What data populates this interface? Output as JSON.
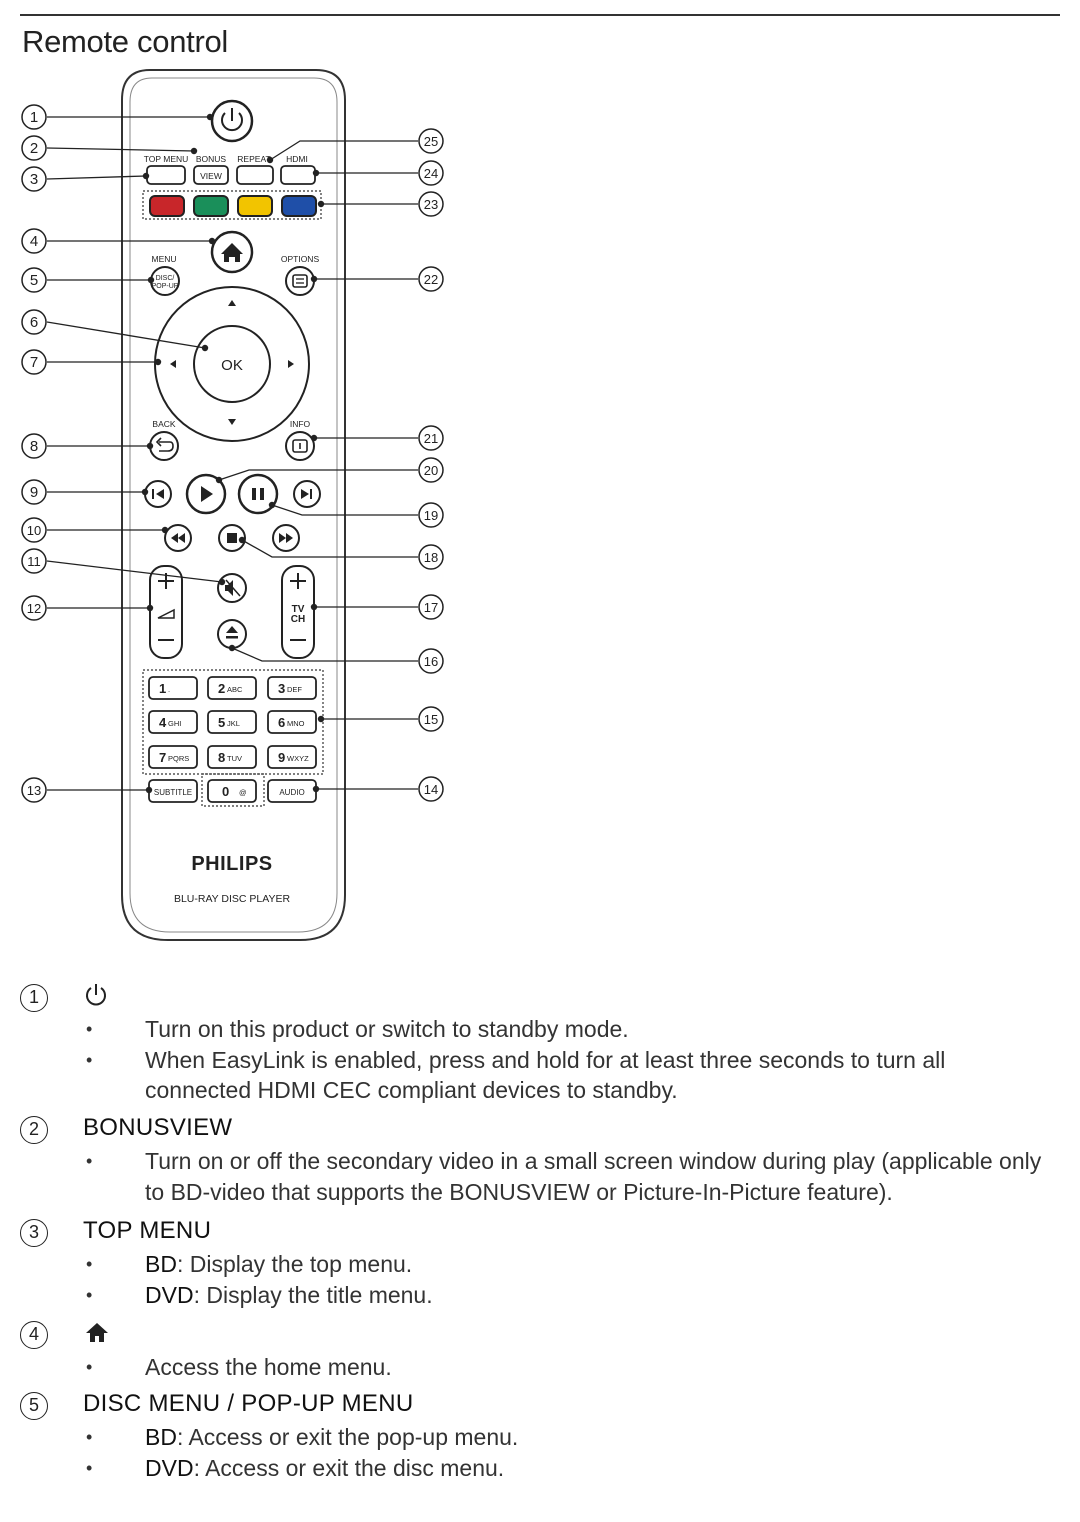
{
  "page": {
    "title": "Remote control"
  },
  "remote": {
    "buttons": {
      "top_menu": "TOP MENU",
      "bonus": "BONUS",
      "view": "VIEW",
      "repeat": "REPEAT",
      "hdmi": "HDMI",
      "menu": "MENU",
      "disc": "DISC/",
      "popup": "POP-UP",
      "options": "OPTIONS",
      "ok": "OK",
      "back": "BACK",
      "info": "INFO",
      "tv": "TV",
      "ch": "CH",
      "subtitle": "SUBTITLE",
      "audio": "AUDIO",
      "keypad": [
        {
          "digit": "1",
          "letters": "."
        },
        {
          "digit": "2",
          "letters": "ABC"
        },
        {
          "digit": "3",
          "letters": "DEF"
        },
        {
          "digit": "4",
          "letters": "GHI"
        },
        {
          "digit": "5",
          "letters": "JKL"
        },
        {
          "digit": "6",
          "letters": "MNO"
        },
        {
          "digit": "7",
          "letters": "PQRS"
        },
        {
          "digit": "8",
          "letters": "TUV"
        },
        {
          "digit": "9",
          "letters": "WXYZ"
        },
        {
          "digit": "0",
          "letters": "@"
        }
      ]
    },
    "brand": "PHILIPS",
    "model": "BLU-RAY DISC PLAYER",
    "color_keys": [
      "#c8262a",
      "#1a8f5a",
      "#f2c400",
      "#1f4fa8"
    ],
    "callouts_left": [
      "1",
      "2",
      "3",
      "4",
      "5",
      "6",
      "7",
      "8",
      "9",
      "10",
      "11",
      "12",
      "13"
    ],
    "callouts_right": [
      "25",
      "24",
      "23",
      "22",
      "21",
      "20",
      "19",
      "18",
      "17",
      "16",
      "15",
      "14"
    ]
  },
  "sections": [
    {
      "num": "1",
      "icon": "power-icon",
      "heading": "",
      "bullets": [
        {
          "term": "",
          "text": "Turn on this product or switch to standby mode."
        },
        {
          "term": "",
          "text": "When EasyLink is enabled, press and hold for at least three seconds to turn all connected HDMI CEC compliant devices to standby."
        }
      ]
    },
    {
      "num": "2",
      "heading": "BONUSVIEW",
      "bullets": [
        {
          "term": "",
          "text": "Turn on or off the secondary video in a small screen window during play (applicable only to BD-video that supports the BONUSVIEW or Picture-In-Picture feature)."
        }
      ]
    },
    {
      "num": "3",
      "heading": "TOP MENU",
      "bullets": [
        {
          "term": "BD",
          "text": ": Display the top menu."
        },
        {
          "term": "DVD",
          "text": ": Display the title menu."
        }
      ]
    },
    {
      "num": "4",
      "icon": "home-icon",
      "heading": "",
      "bullets": [
        {
          "term": "",
          "text": "Access the home menu."
        }
      ]
    },
    {
      "num": "5",
      "heading": "DISC MENU / POP-UP MENU",
      "bullets": [
        {
          "term": "BD",
          "text": ": Access or exit the pop-up menu."
        },
        {
          "term": "DVD",
          "text": ": Access or exit the disc menu."
        }
      ]
    }
  ]
}
